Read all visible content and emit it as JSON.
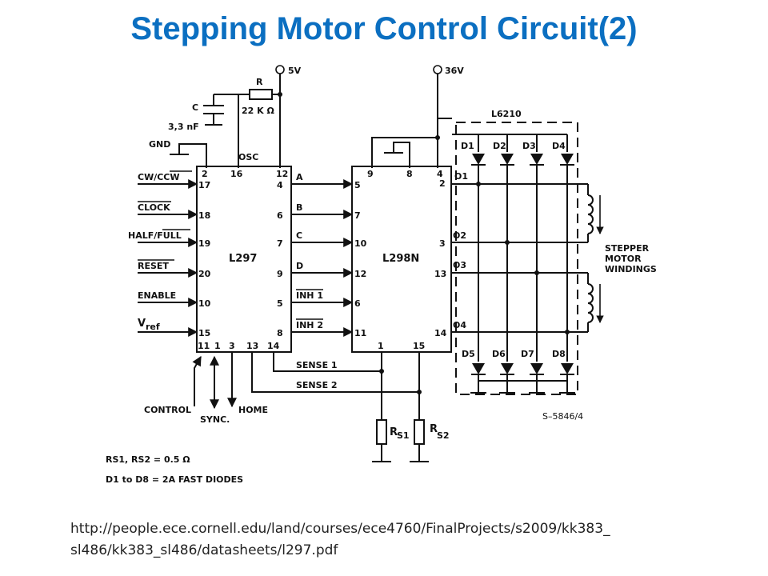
{
  "slide": {
    "title": "Stepping Motor Control Circuit(2)",
    "url_line1": "http://people.ece.cornell.edu/land/courses/ece4760/FinalProjects/s2009/kk383_",
    "url_line2": "sl486/kk383_sl486/datasheets/l297.pdf"
  },
  "circuit": {
    "supply_5v": "5V",
    "supply_36v": "36V",
    "resistor_r": "R",
    "resistor_value": "22 K Ω",
    "capacitor_c": "C",
    "capacitor_value": "3,3 nF",
    "gnd": "GND",
    "osc": "OSC",
    "l297": {
      "name": "L297",
      "top_pins": [
        "2",
        "16",
        "12"
      ],
      "left_pins": [
        "17",
        "18",
        "19",
        "20",
        "10",
        "15"
      ],
      "right_pins": [
        "4",
        "6",
        "7",
        "9",
        "5",
        "8"
      ],
      "bottom_pins": [
        "11",
        "1",
        "3",
        "13",
        "14"
      ]
    },
    "inputs": [
      "CW/CCW",
      "CLOCK",
      "HALF/FULL",
      "RESET",
      "ENABLE"
    ],
    "vref_main": "V",
    "vref_sub": "ref",
    "signals": [
      "A",
      "B",
      "C",
      "D",
      "INH 1",
      "INH 2"
    ],
    "l298n": {
      "name": "L298N",
      "top_pins": [
        "9",
        "8",
        "4"
      ],
      "left_pins": [
        "5",
        "7",
        "10",
        "12",
        "6",
        "11"
      ],
      "right_pins": [
        "2",
        "3",
        "13",
        "14"
      ],
      "bottom_pins": [
        "1",
        "15"
      ]
    },
    "outputs": [
      "O1",
      "O2",
      "O3",
      "O4"
    ],
    "l6210": "L6210",
    "diodes_top": [
      "D1",
      "D2",
      "D3",
      "D4"
    ],
    "diodes_bottom": [
      "D5",
      "D6",
      "D7",
      "D8"
    ],
    "sense1": "SENSE 1",
    "sense2": "SENSE 2",
    "control": "CONTROL",
    "sync": "SYNC.",
    "home": "HOME",
    "rs1_main": "R",
    "rs1_sub": "S1",
    "rs2_main": "R",
    "rs2_sub": "S2",
    "winding_line1": "STEPPER",
    "winding_line2": "MOTOR",
    "winding_line3": "WINDINGS",
    "code": "S–5846/4",
    "note1": "RS1, RS2 = 0.5 Ω",
    "note2": "D1 to D8 = 2A FAST DIODES"
  }
}
